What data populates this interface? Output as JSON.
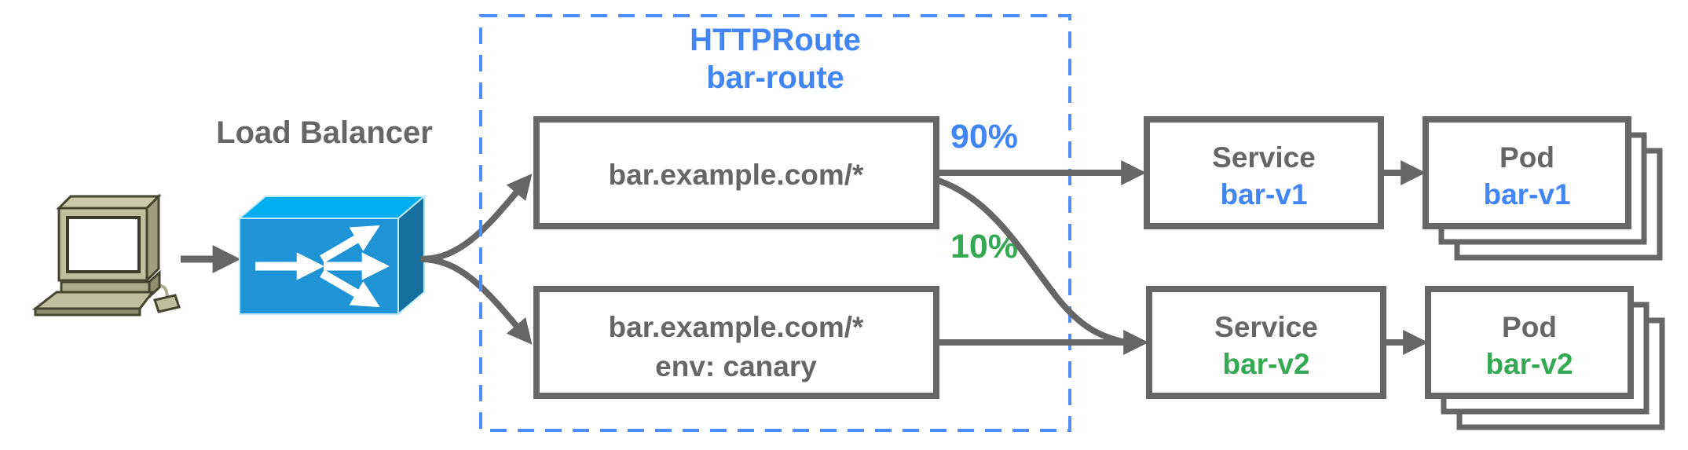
{
  "diagram": {
    "client": {
      "icon": "desktop-computer-icon"
    },
    "load_balancer": {
      "label": "Load Balancer",
      "icon": "load-balancer-icon"
    },
    "httproute": {
      "kind": "HTTPRoute",
      "name": "bar-route"
    },
    "rules": [
      {
        "match": "bar.example.com/*",
        "weight": "90%"
      },
      {
        "match": "bar.example.com/*",
        "header": "env: canary",
        "weight": "10%"
      }
    ],
    "services": [
      {
        "kind": "Service",
        "name": "bar-v1"
      },
      {
        "kind": "Service",
        "name": "bar-v2"
      }
    ],
    "pods": [
      {
        "kind": "Pod",
        "name": "bar-v1"
      },
      {
        "kind": "Pod",
        "name": "bar-v2"
      }
    ],
    "colors": {
      "blue": "#4285F4",
      "green": "#34A853",
      "gray": "#666666",
      "dash_blue": "#4E8DF5",
      "lb_top": "#00AEEF",
      "lb_front": "#1E93D6",
      "lb_side": "#176F9E",
      "computer_body": "#BFBF9F",
      "computer_shade": "#9E9E7E",
      "computer_outline": "#45452F"
    }
  }
}
